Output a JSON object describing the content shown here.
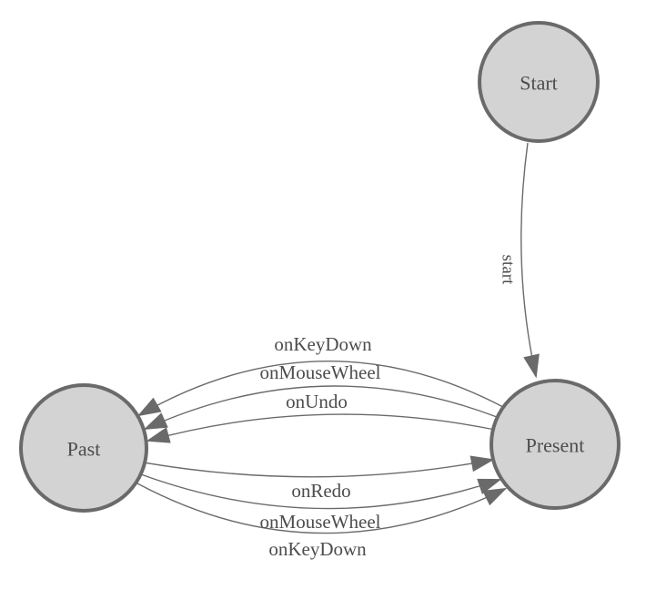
{
  "colors": {
    "background": "#ffffff",
    "node_fill": "#d3d3d3",
    "node_stroke": "#6a6a6a",
    "edge_stroke": "#6a6a6a",
    "arrow_fill": "#6a6a6a",
    "label_color": "#4d4d4d"
  },
  "nodes": [
    {
      "id": "start",
      "label": "Start"
    },
    {
      "id": "present",
      "label": "Present"
    },
    {
      "id": "past",
      "label": "Past"
    }
  ],
  "edges": [
    {
      "from": "start",
      "to": "present",
      "label": "start"
    },
    {
      "from": "present",
      "to": "past",
      "label": "onKeyDown"
    },
    {
      "from": "present",
      "to": "past",
      "label": "onMouseWheel"
    },
    {
      "from": "present",
      "to": "past",
      "label": "onUndo"
    },
    {
      "from": "past",
      "to": "present",
      "label": "onRedo"
    },
    {
      "from": "past",
      "to": "present",
      "label": "onMouseWheel"
    },
    {
      "from": "past",
      "to": "present",
      "label": "onKeyDown"
    }
  ]
}
